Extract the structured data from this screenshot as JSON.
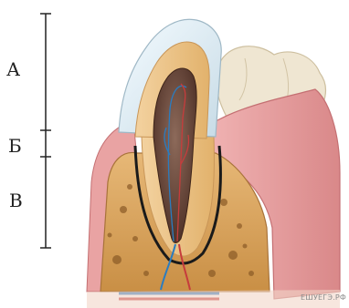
{
  "labels": {
    "a": "А",
    "b": "Б",
    "v": "В"
  },
  "watermark": "ЕШУЕГЭ.РФ",
  "colors": {
    "enamel": "#dbe9ef",
    "dentin": "#efc98c",
    "pulp": "#6b4a3e",
    "gum": "#e8a7a8",
    "bone": "#d9a25b",
    "nerve": "#2a7cc0",
    "vessel": "#c63c3c"
  }
}
